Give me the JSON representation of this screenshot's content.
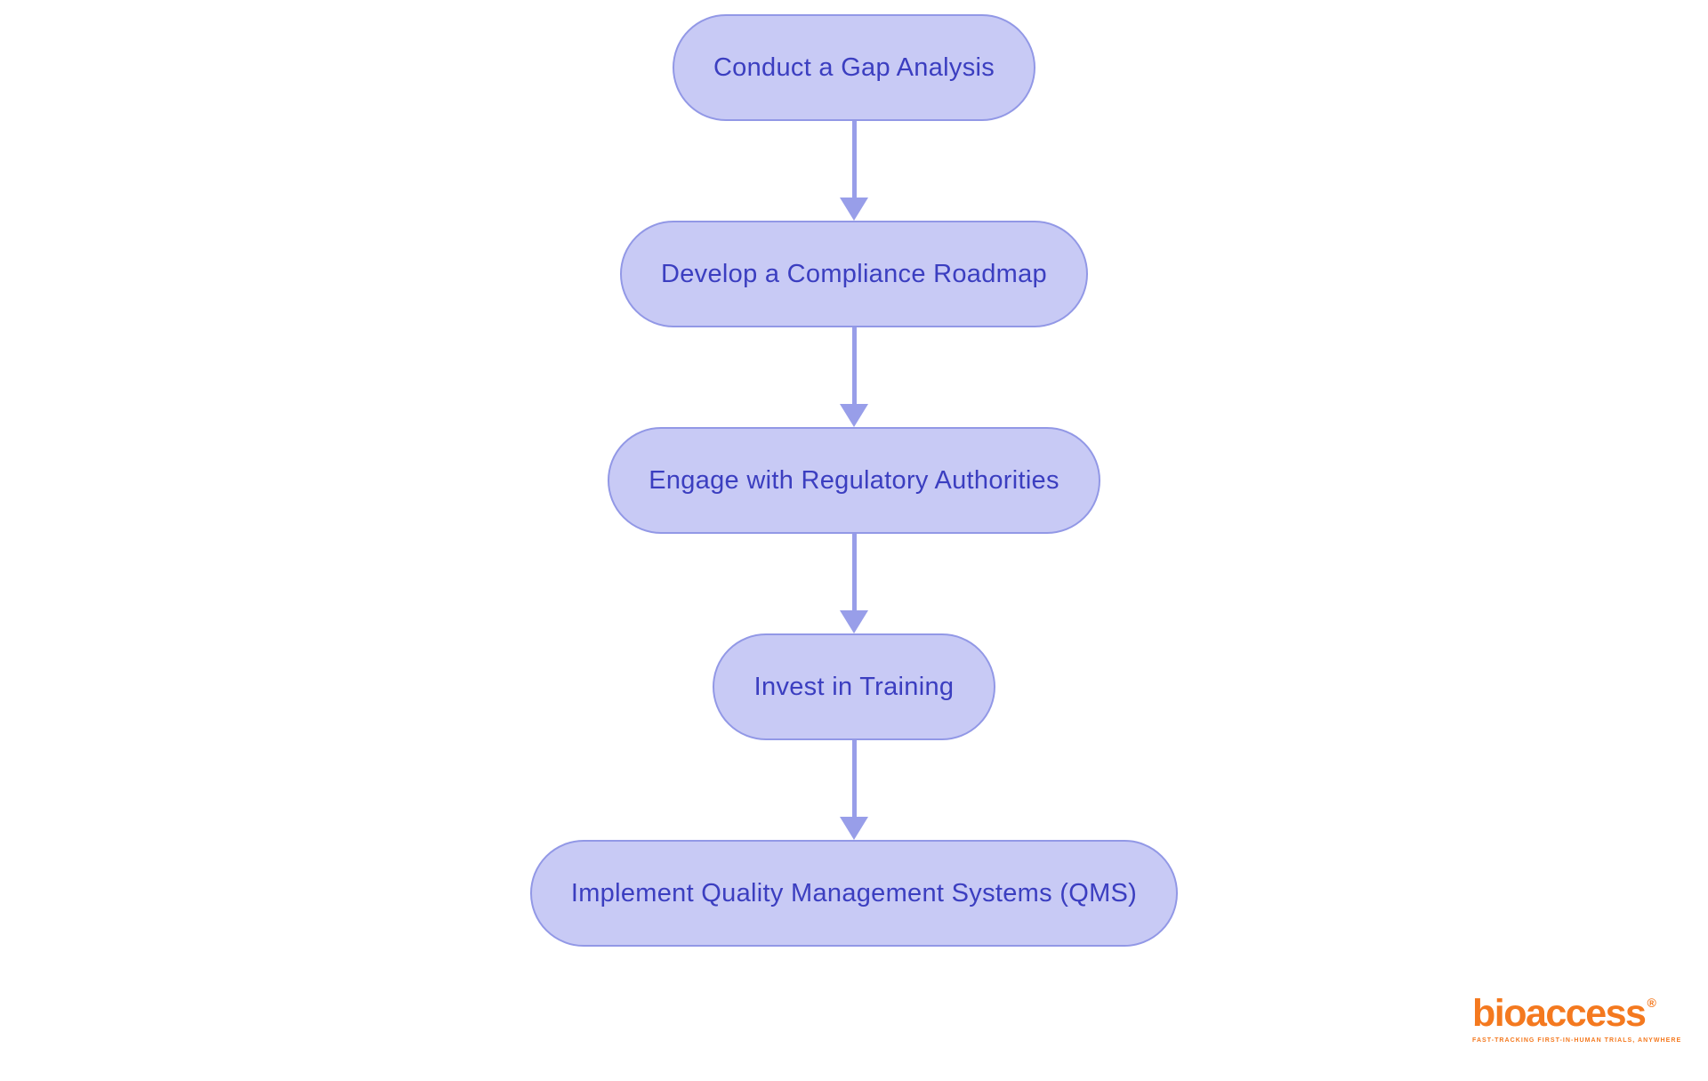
{
  "flowchart": {
    "nodes": [
      {
        "label": "Conduct a Gap Analysis"
      },
      {
        "label": "Develop a Compliance Roadmap"
      },
      {
        "label": "Engage with Regulatory Authorities"
      },
      {
        "label": "Invest in Training"
      },
      {
        "label": "Implement Quality Management Systems (QMS)"
      }
    ],
    "colors": {
      "node_fill": "#c8caf5",
      "node_border": "#9298e6",
      "node_text": "#3b3ec0",
      "arrow": "#989ee9"
    }
  },
  "logo": {
    "brand": "bioaccess",
    "registered_mark": "®",
    "tagline": "FAST-TRACKING FIRST-IN-HUMAN TRIALS, ANYWHERE",
    "color": "#f4791f"
  }
}
